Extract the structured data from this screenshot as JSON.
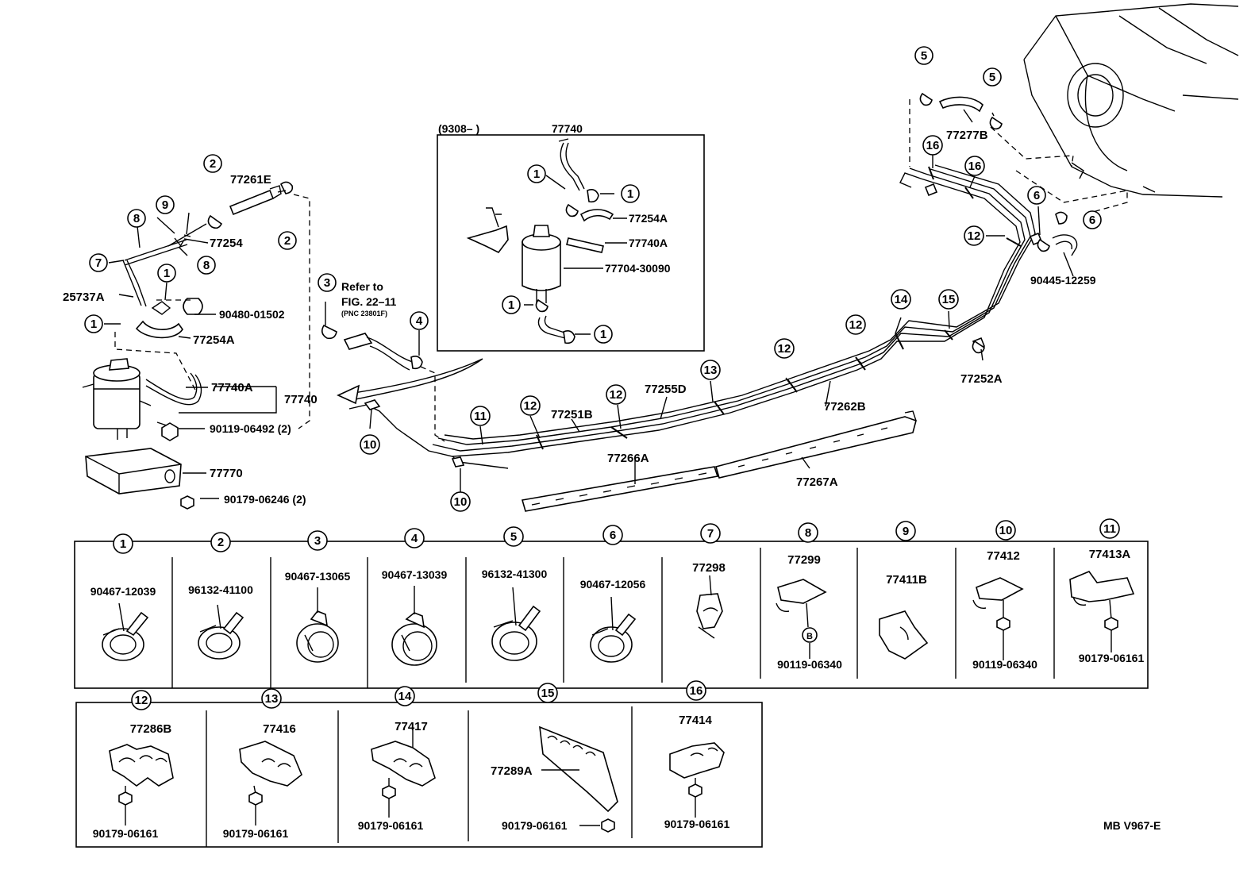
{
  "inset": {
    "date": "(9308–       )",
    "part": "77740"
  },
  "callouts": {
    "c77261E": "77261E",
    "c77254": "77254",
    "c25737A": "25737A",
    "c90480": "90480-01502",
    "c77254A_left": "77254A",
    "c77740A_left": "77740A",
    "c77740_left": "77740",
    "c90119_2": "90119-06492 (2)",
    "c77770": "77770",
    "c90179_2": "90179-06246 (2)",
    "refer1": "Refer to",
    "refer2": "FIG. 22–11",
    "refer3": "(PNC 23801F)",
    "c77254A_inset": "77254A",
    "c77740A_inset": "77740A",
    "c77704": "77704-30090",
    "c77251B": "77251B",
    "c77255D": "77255D",
    "c77266A": "77266A",
    "c77267A": "77267A",
    "c77262B": "77262B",
    "c77252A": "77252A",
    "c77277B": "77277B",
    "c90445": "90445-12259",
    "code": "MB V967-E"
  },
  "table_row1": [
    {
      "num": "1",
      "parts": [
        "90467-12039"
      ]
    },
    {
      "num": "2",
      "parts": [
        "96132-41100"
      ]
    },
    {
      "num": "3",
      "parts": [
        "90467-13065"
      ]
    },
    {
      "num": "4",
      "parts": [
        "90467-13039"
      ]
    },
    {
      "num": "5",
      "parts": [
        "96132-41300"
      ]
    },
    {
      "num": "6",
      "parts": [
        "90467-12056"
      ]
    },
    {
      "num": "7",
      "parts": [
        "77298"
      ]
    },
    {
      "num": "8",
      "parts": [
        "77299",
        "90119-06340"
      ]
    },
    {
      "num": "9",
      "parts": [
        "77411B"
      ]
    },
    {
      "num": "10",
      "parts": [
        "77412",
        "90119-06340"
      ]
    },
    {
      "num": "11",
      "parts": [
        "77413A",
        "90179-06161"
      ]
    }
  ],
  "table_row2": [
    {
      "num": "12",
      "parts": [
        "77286B",
        "90179-06161"
      ]
    },
    {
      "num": "13",
      "parts": [
        "77416",
        "90179-06161"
      ]
    },
    {
      "num": "14",
      "parts": [
        "77417",
        "90179-06161"
      ]
    },
    {
      "num": "15",
      "parts": [
        "77289A",
        "90179-06161"
      ]
    },
    {
      "num": "16",
      "parts": [
        "77414",
        "90179-06161"
      ]
    }
  ],
  "bolt_mark": "B"
}
